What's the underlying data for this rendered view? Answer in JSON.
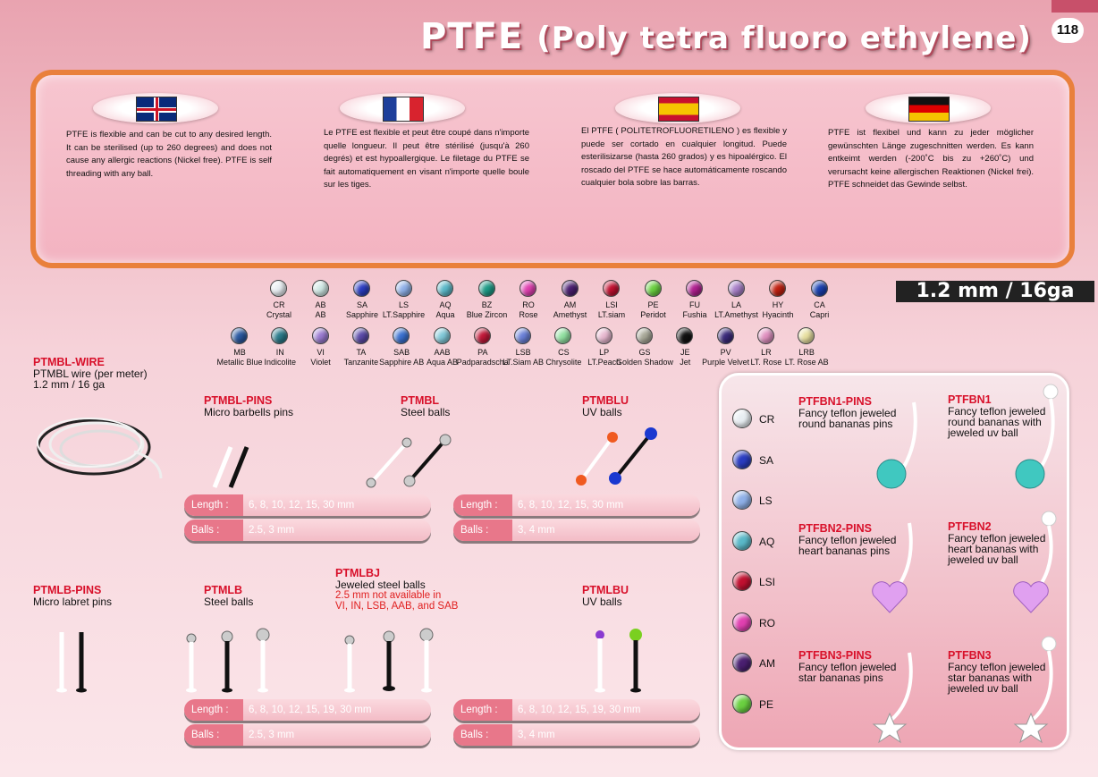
{
  "page": {
    "title_main": "PTFE",
    "title_sub": "(Poly tetra fluoro ethylene)",
    "page_number": "118",
    "size_label": "1.2 mm / 16ga"
  },
  "languages": [
    {
      "flag": "uk-flag-icon",
      "text": "PTFE is flexible and can be cut to any desired length. It can be sterilised (up to 260 degrees) and does not cause any allergic reactions (Nickel free). PTFE is self threading with any ball."
    },
    {
      "flag": "france-flag-icon",
      "text": "Le PTFE est flexible et peut être coupé dans n'importe quelle longueur. Il peut être stérilisé (jusqu'à 260 degrés) et est hypoallergique. Le filetage du PTFE se fait automatiquement en visant n'importe quelle boule sur les tiges."
    },
    {
      "flag": "spain-flag-icon",
      "text": "El PTFE ( POLITETROFLUORETILENO ) es flexible y puede ser cortado en cualquier longitud. Puede esterilisizarse (hasta 260 grados) y es hipoalérgico. El roscado del PTFE se hace automáticamente roscando cualquier bola sobre las barras."
    },
    {
      "flag": "germany-flag-icon",
      "text": "PTFE ist flexibel und kann zu jeder möglicher gewünschten Länge zugeschnitten werden. Es kann entkeimt werden (-200˚C bis zu +260˚C) und verursacht keine allergischen Reaktionen (Nickel frei). PTFE schneidet das Gewinde selbst."
    }
  ],
  "gems_row1": [
    {
      "code": "CR",
      "name": "Crystal",
      "color": "#e8eef2"
    },
    {
      "code": "AB",
      "name": "AB",
      "color": "#cfe8e4"
    },
    {
      "code": "SA",
      "name": "Sapphire",
      "color": "#2a3cc0"
    },
    {
      "code": "LS",
      "name": "LT.Sapphire",
      "color": "#8fb0e8"
    },
    {
      "code": "AQ",
      "name": "Aqua",
      "color": "#5ab8c8"
    },
    {
      "code": "BZ",
      "name": "Blue Zircon",
      "color": "#1e9a86"
    },
    {
      "code": "RO",
      "name": "Rose",
      "color": "#e040b0"
    },
    {
      "code": "AM",
      "name": "Amethyst",
      "color": "#4a1f70"
    },
    {
      "code": "LSI",
      "name": "LT.siam",
      "color": "#c01030"
    },
    {
      "code": "PE",
      "name": "Peridot",
      "color": "#6ad040"
    },
    {
      "code": "FU",
      "name": "Fushia",
      "color": "#b02090"
    },
    {
      "code": "LA",
      "name": "LT.Amethyst",
      "color": "#a880c8"
    },
    {
      "code": "HY",
      "name": "Hyacinth",
      "color": "#c02010"
    },
    {
      "code": "CA",
      "name": "Capri",
      "color": "#1a40b0"
    }
  ],
  "gems_row2": [
    {
      "code": "MB",
      "name": "Metallic Blue",
      "color": "#2a58a0"
    },
    {
      "code": "IN",
      "name": "Indicolite",
      "color": "#2a7a8a"
    },
    {
      "code": "VI",
      "name": "Violet",
      "color": "#9a7ad0"
    },
    {
      "code": "TA",
      "name": "Tanzanite",
      "color": "#5a4aa8"
    },
    {
      "code": "SAB",
      "name": "Sapphire AB",
      "color": "#3a70d0"
    },
    {
      "code": "AAB",
      "name": "Aqua AB",
      "color": "#80c8d8"
    },
    {
      "code": "PA",
      "name": "Padparadscha",
      "color": "#c01838"
    },
    {
      "code": "LSB",
      "name": "LT.Siam AB",
      "color": "#6a80d8"
    },
    {
      "code": "CS",
      "name": "Chrysolite",
      "color": "#90e0a0"
    },
    {
      "code": "LP",
      "name": "LT.Peach",
      "color": "#e8b8d0"
    },
    {
      "code": "GS",
      "name": "Golden Shadow",
      "color": "#a8a898"
    },
    {
      "code": "JE",
      "name": "Jet",
      "color": "#111111"
    },
    {
      "code": "PV",
      "name": "Purple Velvet",
      "color": "#3a2a7a"
    },
    {
      "code": "LR",
      "name": "LT. Rose",
      "color": "#e090c0"
    },
    {
      "code": "LRB",
      "name": "LT. Rose AB",
      "color": "#e8e0a0"
    }
  ],
  "products": {
    "ptmbl_wire": {
      "code": "PTMBL-WIRE",
      "desc1": "PTMBL wire (per meter)",
      "desc2": "1.2 mm / 16 ga"
    },
    "ptmbl_pins": {
      "code": "PTMBL-PINS",
      "desc1": "Micro barbells pins"
    },
    "ptmbl": {
      "code": "PTMBL",
      "desc1": "Steel balls"
    },
    "ptmblu": {
      "code": "PTMBLU",
      "desc1": "UV balls"
    },
    "ptmlb_pins": {
      "code": "PTMLB-PINS",
      "desc1": "Micro labret pins"
    },
    "ptmlb": {
      "code": "PTMLB",
      "desc1": "Steel balls"
    },
    "ptmlbj": {
      "code": "PTMLBJ",
      "desc1": "Jeweled steel balls",
      "note1": "2.5 mm not available in",
      "note2": "VI, IN, LSB, AAB, and SAB"
    },
    "ptmlbu": {
      "code": "PTMLBU",
      "desc1": "UV balls"
    }
  },
  "specs": {
    "length_label": "Length :",
    "balls_label": "Balls :",
    "top_steel_length": "6, 8, 10, 12, 15, 30 mm",
    "top_steel_balls": "2.5, 3 mm",
    "top_uv_length": "6, 8, 10, 12, 15, 30 mm",
    "top_uv_balls": "3, 4 mm",
    "bot_steel_length": "6, 8, 10, 12, 15, 19, 30 mm",
    "bot_steel_balls": "2.5, 3 mm",
    "bot_uv_length": "6, 8, 10, 12, 15, 19, 30 mm",
    "bot_uv_balls": "3, 4 mm"
  },
  "fancy_gems": [
    {
      "code": "CR",
      "color": "#e8eef2"
    },
    {
      "code": "SA",
      "color": "#2a3cc0"
    },
    {
      "code": "LS",
      "color": "#8fb0e8"
    },
    {
      "code": "AQ",
      "color": "#5ab8c8"
    },
    {
      "code": "LSI",
      "color": "#c01030"
    },
    {
      "code": "RO",
      "color": "#e040b0"
    },
    {
      "code": "AM",
      "color": "#4a1f70"
    },
    {
      "code": "PE",
      "color": "#6ad040"
    }
  ],
  "fancy": {
    "fn1pins": {
      "code": "PTFBN1-PINS",
      "d1": "Fancy teflon jeweled",
      "d2": "round bananas pins"
    },
    "fn1": {
      "code": "PTFBN1",
      "d1": "Fancy teflon jeweled",
      "d2": "round bananas with",
      "d3": "jeweled uv ball"
    },
    "fn2pins": {
      "code": "PTFBN2-PINS",
      "d1": "Fancy teflon jeweled",
      "d2": "heart bananas pins"
    },
    "fn2": {
      "code": "PTFBN2",
      "d1": "Fancy teflon jeweled",
      "d2": "heart bananas with",
      "d3": "jeweled uv ball"
    },
    "fn3pins": {
      "code": "PTFBN3-PINS",
      "d1": "Fancy teflon jeweled",
      "d2": "star bananas pins"
    },
    "fn3": {
      "code": "PTFBN3",
      "d1": "Fancy teflon jeweled",
      "d2": "star bananas with",
      "d3": "jeweled uv ball"
    }
  }
}
